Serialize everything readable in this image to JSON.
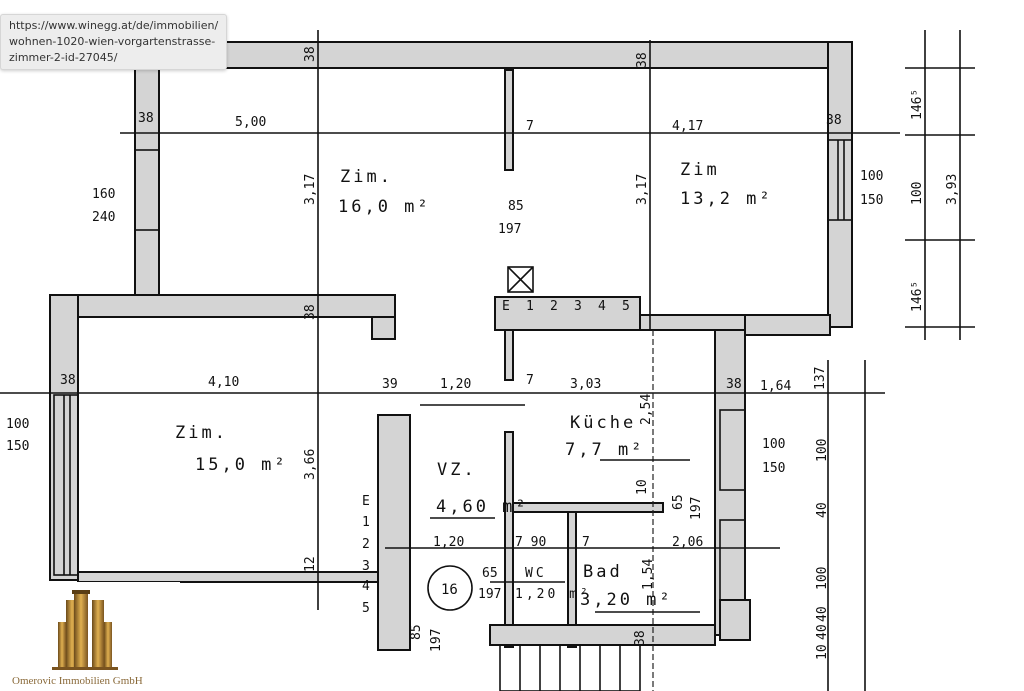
{
  "tooltip": {
    "lines": [
      "https://www.winegg.at/de/immobilien/",
      "wohnen-1020-wien-vorgartenstrasse-",
      "zimmer-2-id-27045/"
    ]
  },
  "logo": {
    "company": "Omerovic Immobilien GmbH",
    "color": "#b8862e"
  },
  "rooms": {
    "zim1": {
      "name": "Zim.",
      "area": "16,0 m²"
    },
    "zim2": {
      "name": "Zim",
      "area": "13,2 m²"
    },
    "zim3": {
      "name": "Zim.",
      "area": "15,0 m²"
    },
    "kueche": {
      "name": "Küche",
      "area": "7,7 m²"
    },
    "vz": {
      "name": "VZ.",
      "area": "4,60 m²"
    },
    "wc": {
      "name": "WC",
      "area": "1,20 m²"
    },
    "bad": {
      "name": "Bad",
      "area": "3,20 m²"
    },
    "circle": "16"
  },
  "dims": [
    "38",
    "38",
    "38",
    "5,00",
    "7",
    "4,17",
    "38",
    "3,17",
    "85",
    "197",
    "3,17",
    "100",
    "150",
    "160",
    "240",
    "146⁵",
    "100",
    "3,93",
    "146⁵",
    "38",
    "38",
    "4,10",
    "39",
    "1,20",
    "7",
    "3,03",
    "38",
    "1,64",
    "137",
    "3,66",
    "100",
    "150",
    "2,54",
    "100",
    "150",
    "10",
    "65",
    "197",
    "1,20",
    "7 90",
    "7",
    "2,06",
    "65",
    "197",
    "1,54",
    "12",
    "38",
    "85",
    "197",
    "100",
    "40",
    "100",
    "40",
    "40",
    "10"
  ],
  "chimney_labels": [
    "E",
    "1",
    "2",
    "3",
    "4",
    "5"
  ],
  "stair_labels": [
    "E",
    "1",
    "2",
    "3",
    "4",
    "5"
  ]
}
